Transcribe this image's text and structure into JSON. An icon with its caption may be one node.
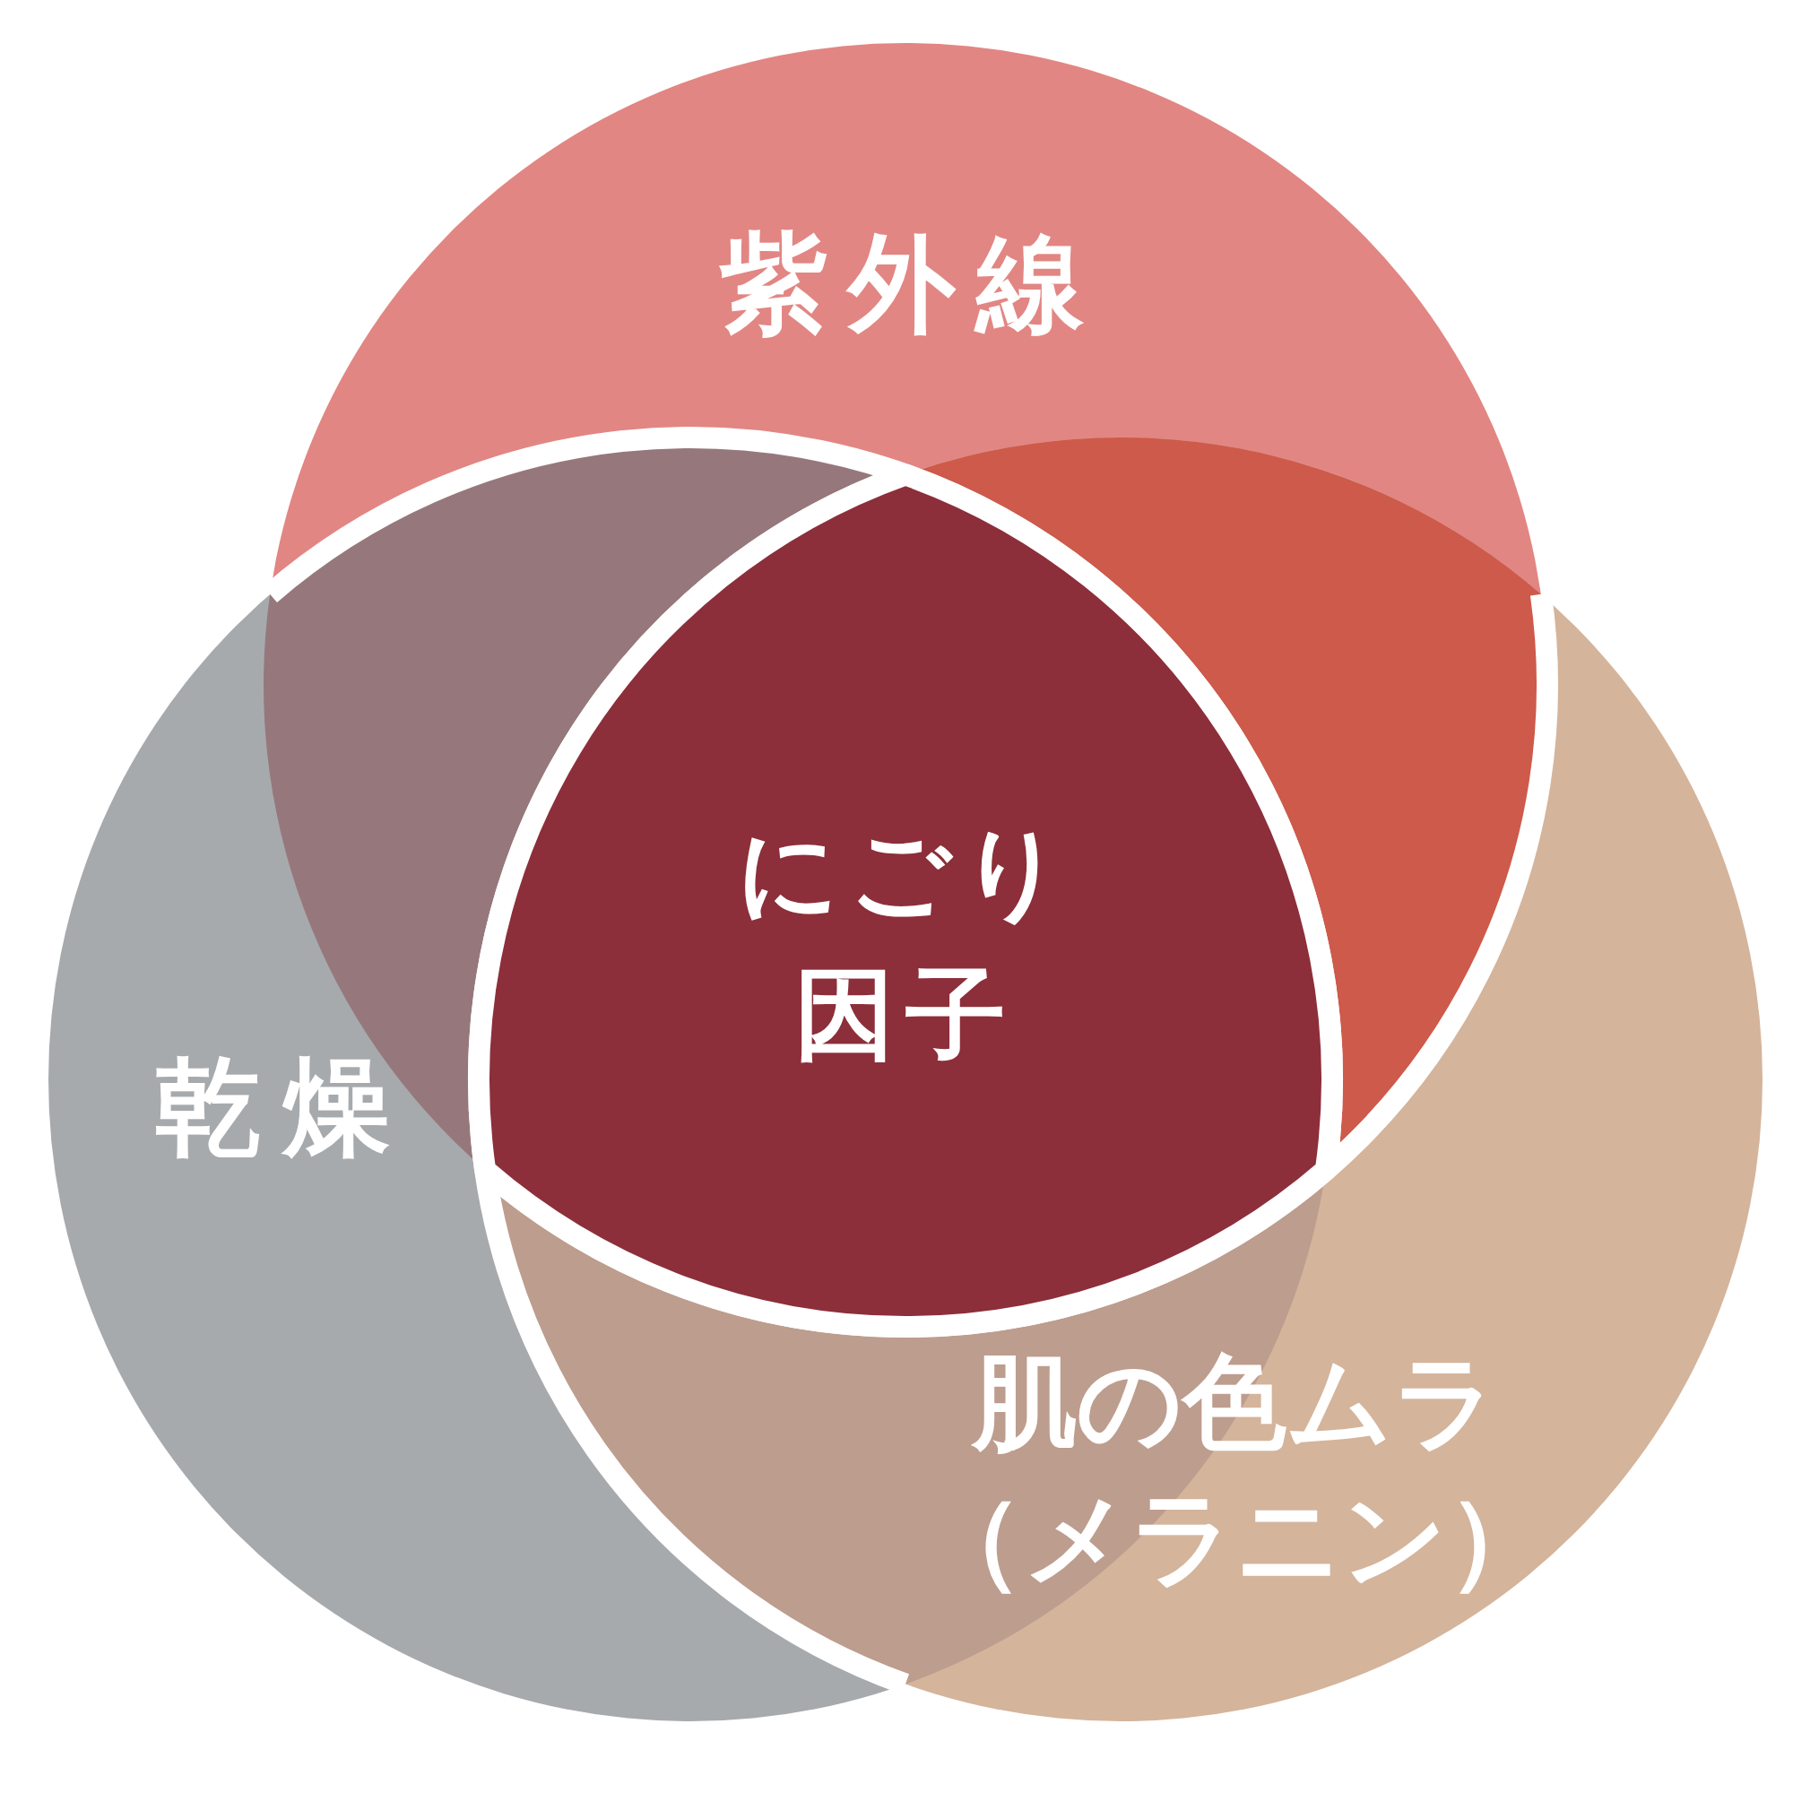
{
  "diagram": {
    "nodes": [
      {
        "text": [
          "紫外線"
        ]
      },
      {
        "text": [
          "にごり因子"
        ]
      },
      {
        "text": [
          "乾燥"
        ]
      },
      {
        "text": [
          "肌の色ムラ（メラニン）"
        ]
      },
      {
        "text": [],
        "shape": "lens"
      },
      {
        "text": [],
        "shape": "lens"
      },
      {
        "text": [],
        "shape": "lens"
      }
    ]
  }
}
